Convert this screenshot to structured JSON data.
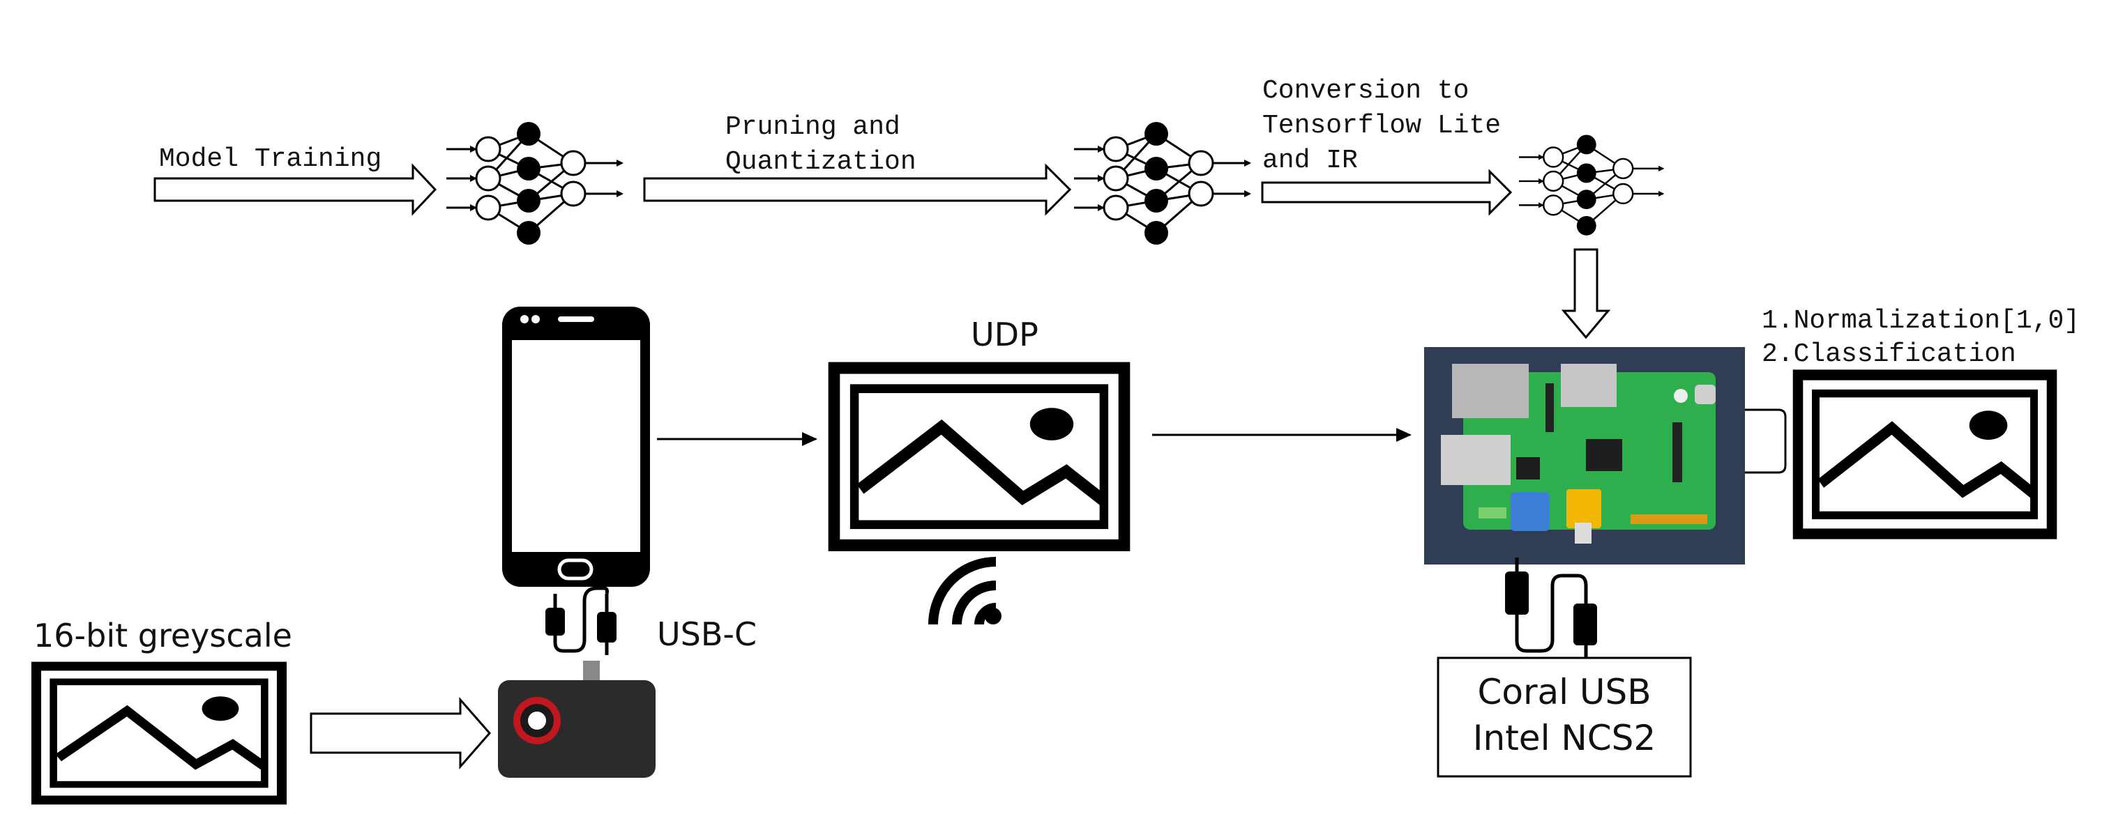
{
  "pipeline": {
    "step1": "Model Training",
    "step2_line1": "Pruning and",
    "step2_line2": "Quantization",
    "step3_line1": "Conversion to",
    "step3_line2": "Tensorflow Lite",
    "step3_line3": "and IR"
  },
  "labels": {
    "udp": "UDP",
    "usb_c": "USB-C",
    "greyscale": "16-bit greyscale",
    "accelerator_line1": "Coral USB",
    "accelerator_line2": "Intel NCS2",
    "processing_line1": "1.Normalization[1,0]",
    "processing_line2": "2.Classification"
  },
  "icons": [
    "neural-network-icon",
    "phone-icon",
    "image-icon",
    "wifi-icon",
    "thermal-camera-icon",
    "raspberry-pi-board-icon",
    "usb-cable-icon"
  ],
  "colors": {
    "board_bg": "#2f3e55",
    "pcb": "#2fae4e",
    "camera_lens": "#c0181e"
  }
}
